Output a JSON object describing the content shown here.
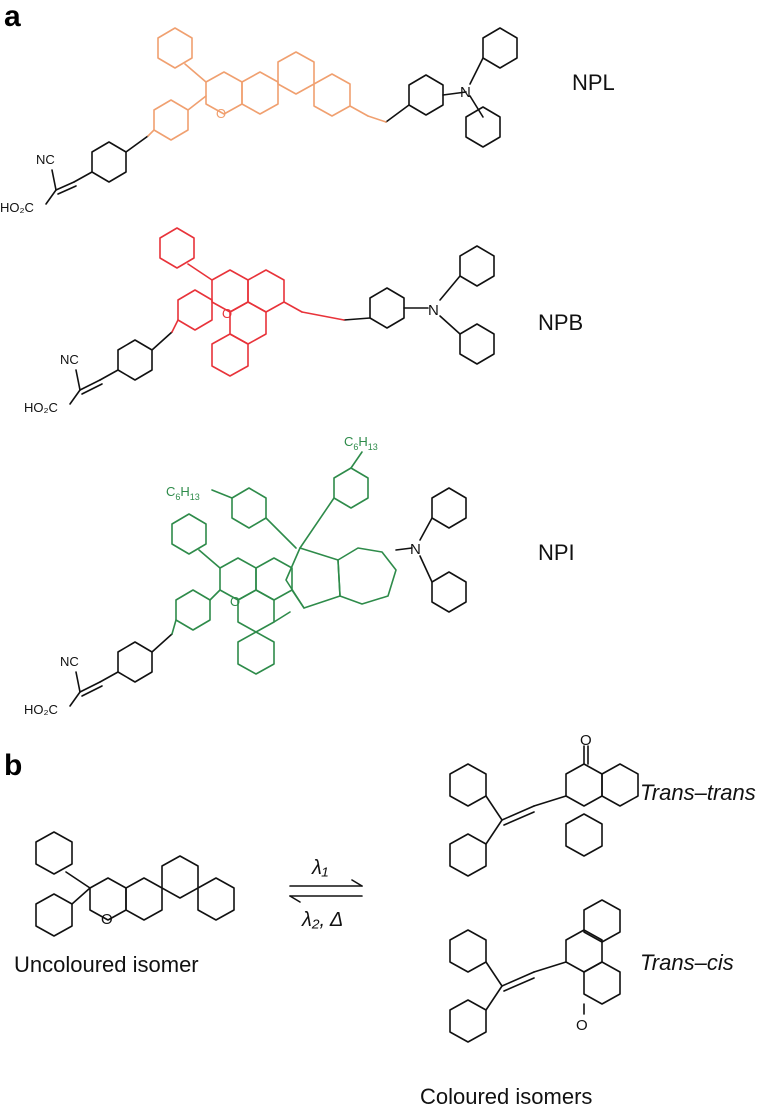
{
  "panels": {
    "a": {
      "label": "a"
    },
    "b": {
      "label": "b"
    }
  },
  "molecules": [
    {
      "name": "NPL",
      "highlight": "#f0a070"
    },
    {
      "name": "NPB",
      "highlight": "#e8333a"
    },
    {
      "name": "NPI",
      "highlight": "#2e8b4a"
    }
  ],
  "atoms": {
    "nc": "NC",
    "ho2c": "HO₂C",
    "o": "O",
    "n": "N",
    "c": "C",
    "h": "H",
    "sub6": "6",
    "sub13": "13"
  },
  "reaction": {
    "forward": "λ₁",
    "reverse": "λ₂, Δ",
    "uncoloured": "Uncoloured isomer",
    "coloured": "Coloured isomers",
    "trans_trans": "Trans–trans",
    "trans_cis": "Trans–cis"
  },
  "colors": {
    "ink": "#111111"
  }
}
